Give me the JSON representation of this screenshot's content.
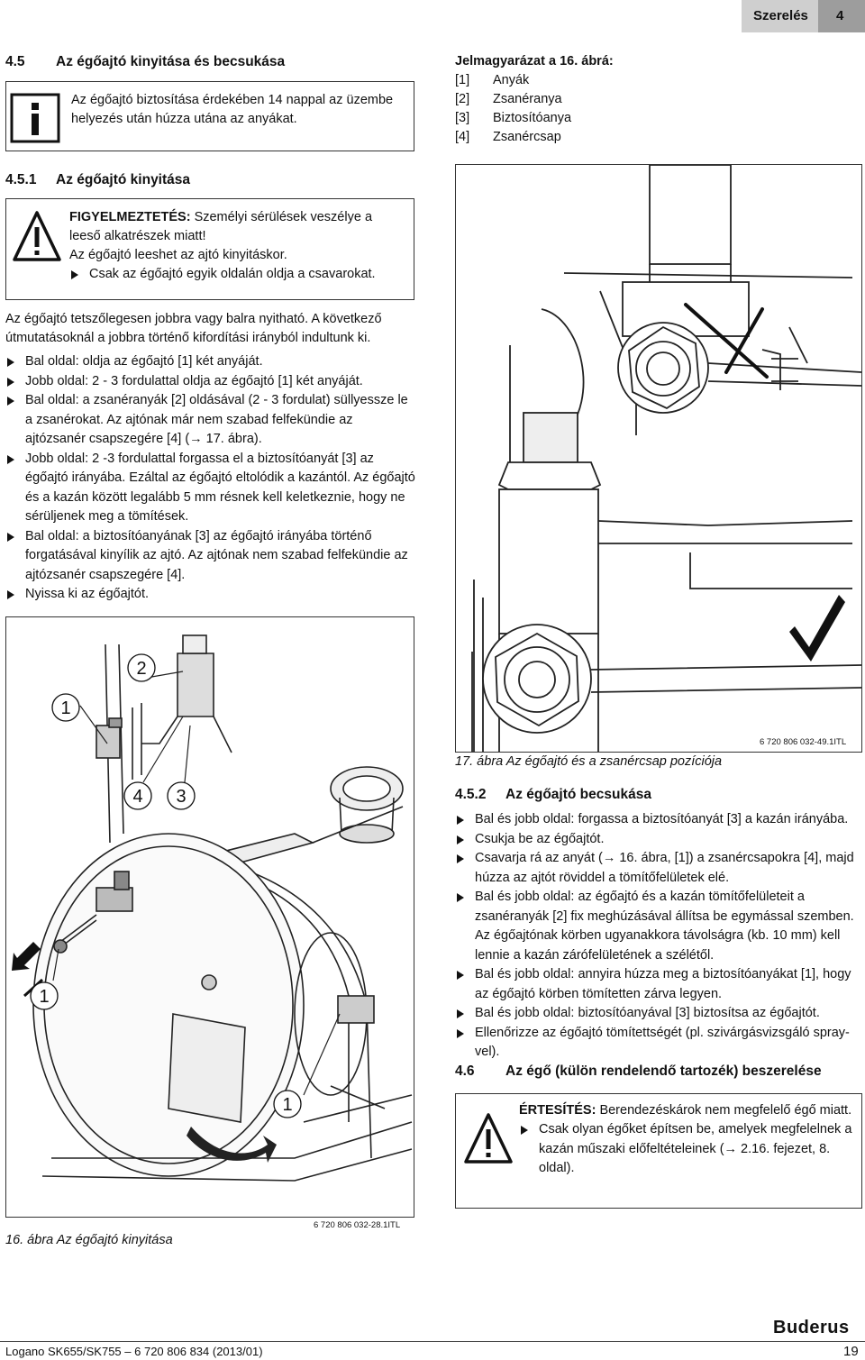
{
  "header": {
    "section": "Szerelés",
    "page_badge": "4"
  },
  "sec45": {
    "num": "4.5",
    "title": "Az égőajtó kinyitása és becsukása",
    "info": "Az égőajtó biztosítása érdekében 14 nappal az üzembe helyezés után húzza utána az anyákat."
  },
  "sec451": {
    "num": "4.5.1",
    "title": "Az égőajtó kinyitása",
    "warn_label": "FIGYELMEZTETÉS:",
    "warn_text": "Személyi sérülések veszélye a leeső alkatrészek miatt!",
    "warn_line2": "Az égőajtó leeshet az ajtó kinyitáskor.",
    "warn_bullet": "Csak az égőajtó egyik oldalán oldja a csavarokat.",
    "intro": "Az égőajtó tetszőlegesen jobbra vagy balra nyitható. A következő útmutatásoknál a jobbra történő kifordítási irányból indultunk ki.",
    "steps": [
      "Bal oldal: oldja az égőajtó [1] két anyáját.",
      "Jobb oldal: 2 - 3 fordulattal oldja az égőajtó [1] két anyáját.",
      "Bal oldal: a zsanéranyák [2] oldásával (2 - 3 fordulat) süllyessze le a zsanérokat. Az ajtónak már nem szabad felfekündie az ajtózsanér csapszegére [4] (→ 17. ábra).",
      "Jobb oldal: 2 -3 fordulattal forgassa el a biztosítóanyát [3] az égőajtó irányába. Ezáltal az égőajtó eltolódik a kazántól. Az égőajtó és a kazán között legalább 5 mm résnek kell keletkeznie, hogy ne sérüljenek meg a tömítések.",
      "Bal oldal: a biztosítóanyának [3] az égőajtó irányába történő forgatásával kinyílik az ajtó. Az ajtónak nem szabad felfekündie az ajtózsanér csapszegére [4].",
      "Nyissa ki az égőajtót."
    ]
  },
  "legend": {
    "title": "Jelmagyarázat a 16. ábrá:",
    "items": [
      {
        "key": "[1]",
        "label": "Anyák"
      },
      {
        "key": "[2]",
        "label": "Zsanéranya"
      },
      {
        "key": "[3]",
        "label": "Biztosítóanya"
      },
      {
        "key": "[4]",
        "label": "Zsanércsap"
      }
    ]
  },
  "fig16": {
    "caption": "16. ábra  Az égőajtó kinyitása",
    "code": "6 720 806 032-28.1ITL",
    "callouts": [
      "1",
      "2",
      "4",
      "3",
      "1",
      "1"
    ]
  },
  "fig17": {
    "caption": "17. ábra  Az égőajtó és a zsanércsap pozíciója",
    "code": "6 720 806 032-49.1ITL"
  },
  "sec452": {
    "num": "4.5.2",
    "title": "Az égőajtó becsukása",
    "steps": [
      "Bal és jobb oldal: forgassa a biztosítóanyát [3] a kazán irányába.",
      "Csukja be az égőajtót.",
      "Csavarja rá az anyát (→ 16. ábra, [1]) a zsanércsapokra [4], majd húzza az ajtót röviddel a tömítőfelületek elé.",
      "Bal és jobb oldal: az égőajtó és a kazán tömítőfelületeit a zsanéranyák [2] fix meghúzásával állítsa be egymással szemben. Az égőajtónak körben ugyanakkora távolságra (kb. 10 mm) kell lennie a kazán zárófelületének a szélétől.",
      "Bal és jobb oldal: annyira húzza meg a biztosítóanyákat [1], hogy az égőajtó körben tömítetten zárva legyen.",
      "Bal és jobb oldal: biztosítóanyával [3] biztosítsa az égőajtót.",
      "Ellenőrizze az égőajtó tömítettségét (pl. szivárgásvizsgáló spray-vel)."
    ]
  },
  "sec46": {
    "num": "4.6",
    "title": "Az égő (külön rendelendő tartozék) beszerelése",
    "notice_label": "ÉRTESÍTÉS:",
    "notice_text": "Berendezéskárok nem megfelelő égő miatt.",
    "notice_bullet": "Csak olyan égőket építsen be, amelyek megfelelnek a kazán műszaki előfeltételeinek (→ 2.16. fejezet, 8. oldal)."
  },
  "footer": {
    "doc": "Logano SK655/SK755 – 6 720 806 834 (2013/01)",
    "brand": "Buderus",
    "page": "19"
  }
}
